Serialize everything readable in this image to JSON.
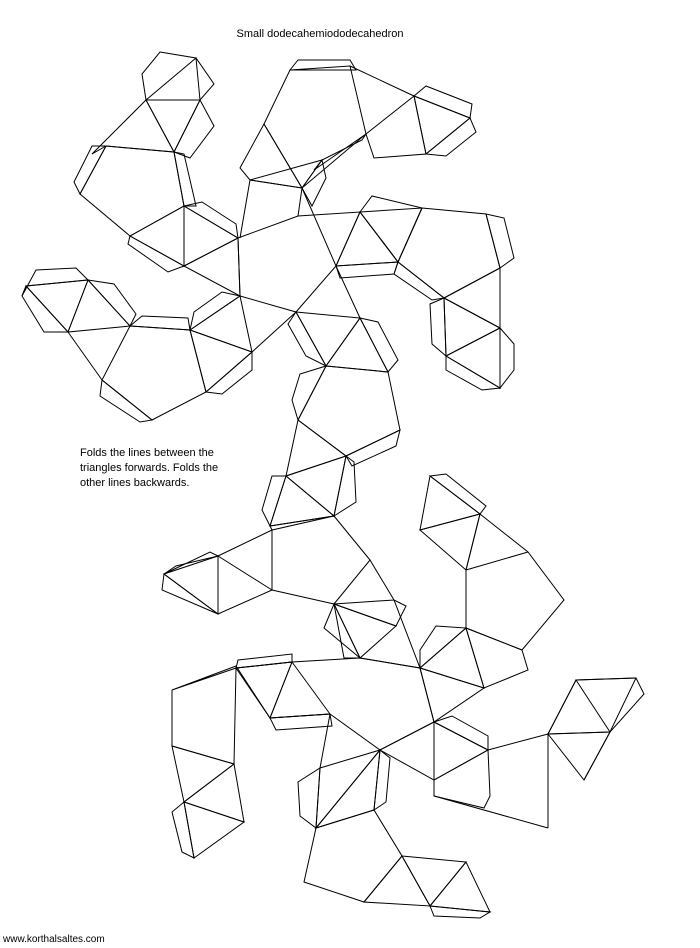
{
  "title": "Small dodecahemiododecahedron",
  "instructions": [
    "Folds the lines between the",
    "triangles forwards. Folds  the",
    "other lines backwards."
  ],
  "footer": "www.korthalsaltes.com"
}
